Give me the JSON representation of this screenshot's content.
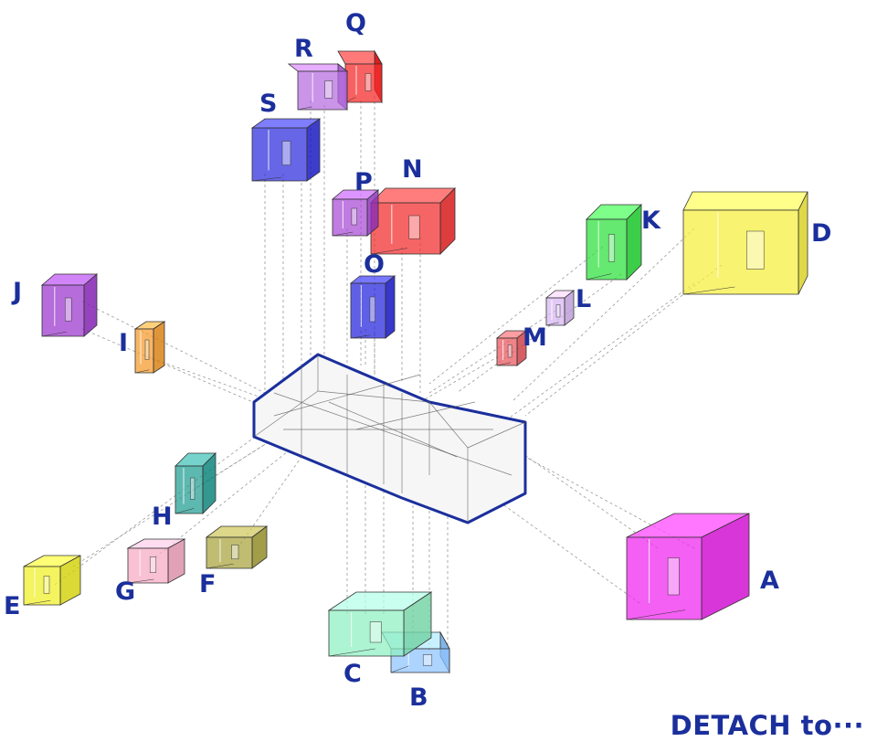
{
  "caption": "DETACH to···",
  "colors": {
    "label": "#1b2f9c",
    "outline": "#1b2f9c",
    "A": "#ee22ee",
    "B": "#8ec4ff",
    "C": "#8ef0c0",
    "D": "#f5ee3a",
    "E": "#f0ee22",
    "F": "#a8a23a",
    "G": "#f7a9c4",
    "H": "#1f9c92",
    "I": "#f59a28",
    "J": "#9a33cc",
    "K": "#29e03a",
    "L": "#d7b6f3",
    "M": "#e8555c",
    "N": "#f22a2a",
    "O": "#2323dd",
    "P": "#a84ad6",
    "Q": "#f52424",
    "R": "#b56be0",
    "S": "#2b2bdd"
  },
  "rooms": [
    {
      "id": "A",
      "label": "A"
    },
    {
      "id": "B",
      "label": "B"
    },
    {
      "id": "C",
      "label": "C"
    },
    {
      "id": "D",
      "label": "D"
    },
    {
      "id": "E",
      "label": "E"
    },
    {
      "id": "F",
      "label": "F"
    },
    {
      "id": "G",
      "label": "G"
    },
    {
      "id": "H",
      "label": "H"
    },
    {
      "id": "I",
      "label": "I"
    },
    {
      "id": "J",
      "label": "J"
    },
    {
      "id": "K",
      "label": "K"
    },
    {
      "id": "L",
      "label": "L"
    },
    {
      "id": "M",
      "label": "M"
    },
    {
      "id": "N",
      "label": "N"
    },
    {
      "id": "O",
      "label": "O"
    },
    {
      "id": "P",
      "label": "P"
    },
    {
      "id": "Q",
      "label": "Q"
    },
    {
      "id": "R",
      "label": "R"
    },
    {
      "id": "S",
      "label": "S"
    }
  ]
}
